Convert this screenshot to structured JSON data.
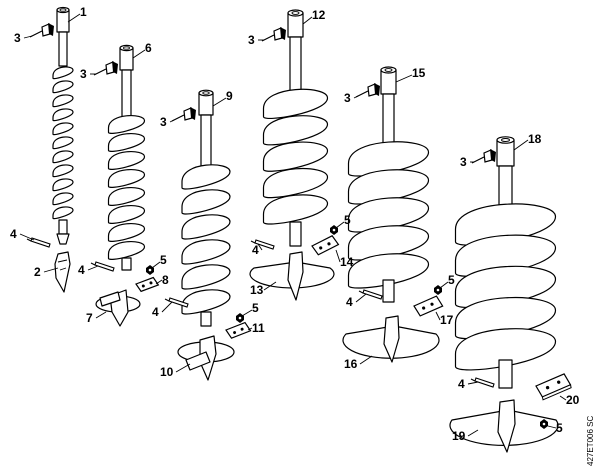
{
  "labels": [
    "1",
    "3",
    "6",
    "3",
    "9",
    "3",
    "12",
    "3",
    "15",
    "3",
    "18",
    "3",
    "4",
    "2",
    "4",
    "5",
    "8",
    "7",
    "4",
    "5",
    "11",
    "10",
    "4",
    "5",
    "14",
    "13",
    "4",
    "5",
    "17",
    "16",
    "4",
    "20",
    "5",
    "19"
  ],
  "drawing_code": "427ET006 SC"
}
